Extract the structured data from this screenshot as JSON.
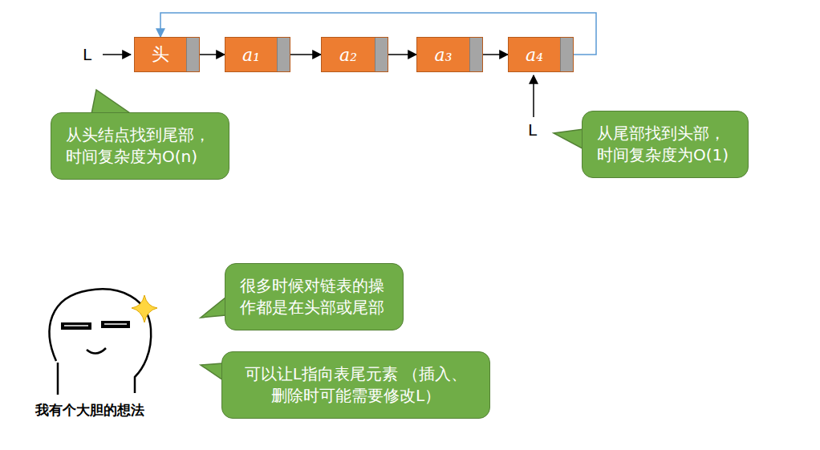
{
  "diagram": {
    "nodes": [
      {
        "text": [
          "头"
        ]
      },
      {
        "text": [
          "a₁"
        ]
      },
      {
        "text": [
          "a₂"
        ]
      },
      {
        "text": [
          "a₃"
        ]
      },
      {
        "text": [
          "a₄"
        ]
      },
      {
        "text": [
          "从头结点找到尾部， 时间复杂度为O(n)"
        ]
      },
      {
        "text": [
          "从尾部找到头部， 时间复杂度为O(1)"
        ]
      },
      {
        "text": [
          "很多时候对链表的操 作都是在头部或尾部"
        ]
      },
      {
        "text": [
          "可以让L指向表尾元素 （插入、删除时可能需要修改L）"
        ]
      }
    ],
    "edges": [
      {
        "from": 0,
        "to": 1,
        "arrow": "to"
      },
      {
        "from": 1,
        "to": 2,
        "arrow": "to"
      },
      {
        "from": 2,
        "to": 3,
        "arrow": "to"
      },
      {
        "from": 3,
        "to": 4,
        "arrow": "to"
      },
      {
        "from": 4,
        "to": 0,
        "arrow": "to"
      }
    ],
    "labels": [
      "L",
      "L",
      "我有个大胆的想法"
    ]
  }
}
